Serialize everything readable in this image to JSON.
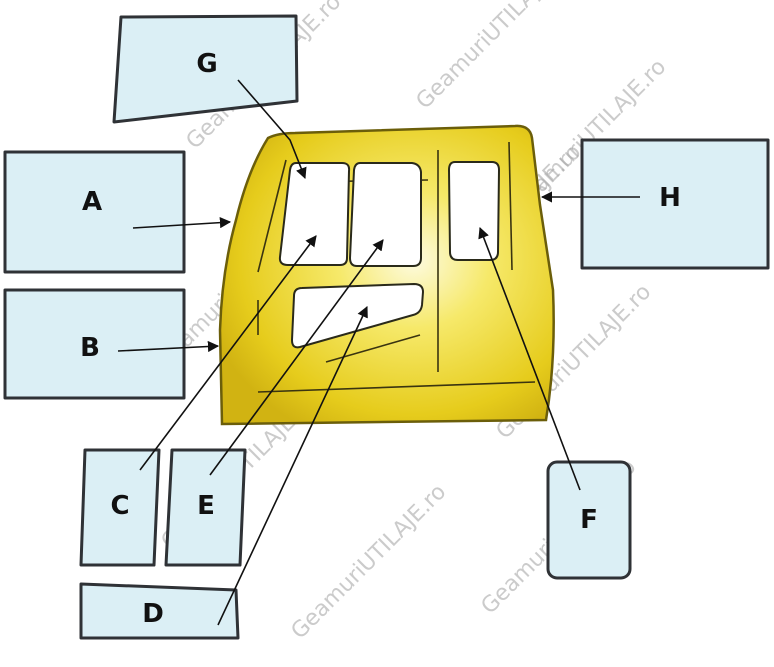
{
  "labels": {
    "A": "A",
    "B": "B",
    "C": "C",
    "D": "D",
    "E": "E",
    "F": "F",
    "G": "G",
    "H": "H"
  },
  "watermark": "GeamuriUTILAJE.ro",
  "colors": {
    "cab": "#f2dc22",
    "cab_edge": "#6b5e0a",
    "glass_panel": "#dbeff5",
    "outline": "#2f3236"
  }
}
